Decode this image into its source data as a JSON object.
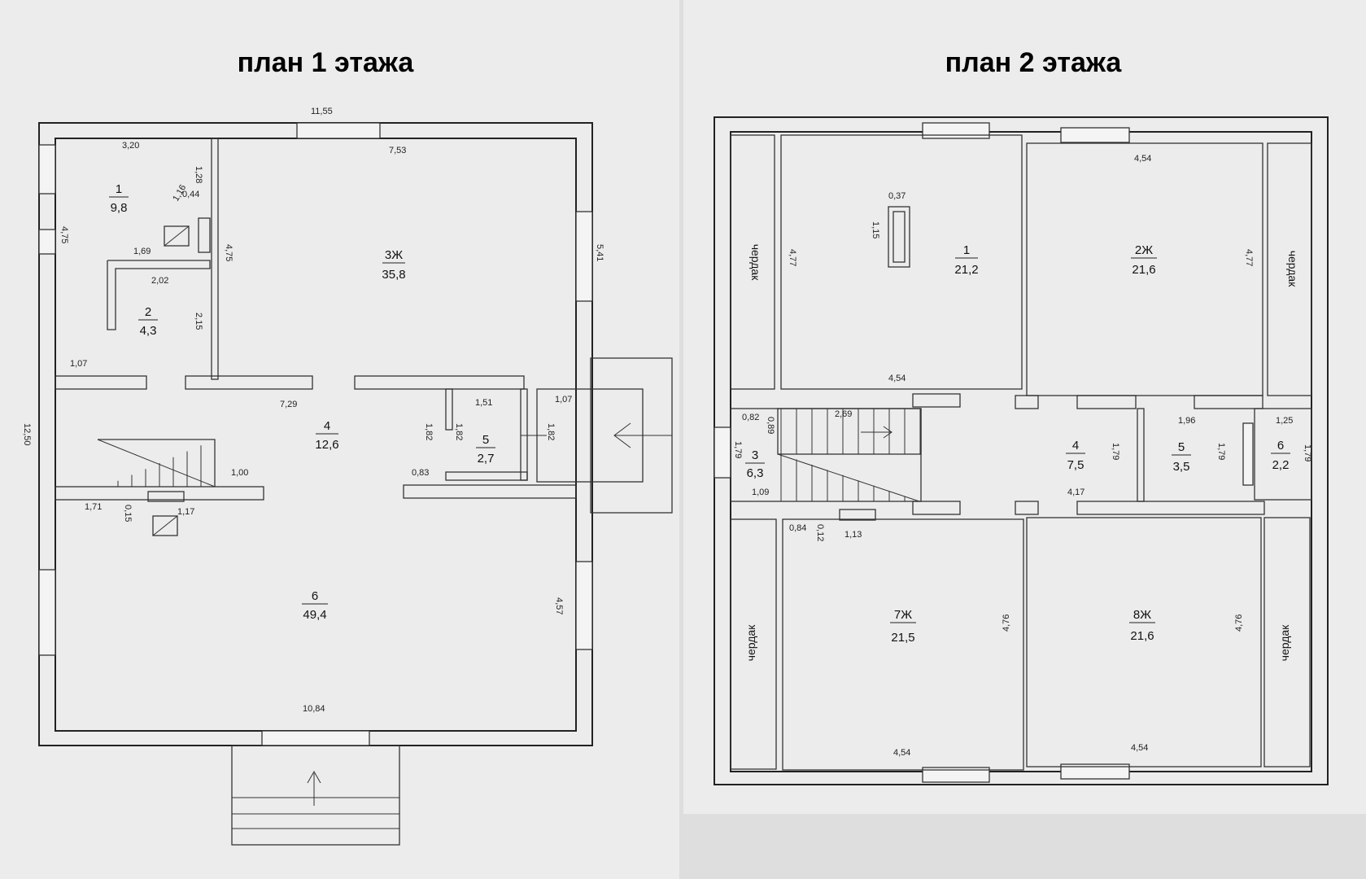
{
  "plan1": {
    "title": "план 1 этажа",
    "rooms": [
      {
        "num": "1",
        "area": "9,8"
      },
      {
        "num": "2",
        "area": "4,3"
      },
      {
        "num": "3Ж",
        "area": "35,8"
      },
      {
        "num": "4",
        "area": "12,6"
      },
      {
        "num": "5",
        "area": "2,7"
      },
      {
        "num": "6",
        "area": "49,4"
      }
    ],
    "dims": [
      "11,55",
      "3,20",
      "7,53",
      "1,28",
      "0,44",
      "1,16",
      "4,75",
      "1,69",
      "4,75",
      "5,41",
      "2,02",
      "2,15",
      "1,07",
      "7,29",
      "1,51",
      "1,07",
      "1,82",
      "1,82",
      "1,82",
      "12,50",
      "1,00",
      "0,83",
      "1,71",
      "0,15",
      "1,17",
      "4,57",
      "10,84"
    ]
  },
  "plan2": {
    "title": "план 2 этажа",
    "rooms": [
      {
        "num": "1",
        "area": "21,2"
      },
      {
        "num": "2Ж",
        "area": "21,6"
      },
      {
        "num": "3",
        "area": "6,3"
      },
      {
        "num": "4",
        "area": "7,5"
      },
      {
        "num": "5",
        "area": "3,5"
      },
      {
        "num": "6",
        "area": "2,2"
      },
      {
        "num": "7Ж",
        "area": "21,5"
      },
      {
        "num": "8Ж",
        "area": "21,6"
      }
    ],
    "attic_label": "чердак",
    "dims": [
      "0,37",
      "4,54",
      "1,15",
      "4,77",
      "4,77",
      "4,54",
      "0,82",
      "0,89",
      "2,69",
      "1,96",
      "1,25",
      "1,79",
      "1,79",
      "1,79",
      "1,79",
      "1,09",
      "4,17",
      "0,84",
      "0,12",
      "1,13",
      "4,76",
      "4,76",
      "4,54",
      "4,54"
    ]
  }
}
